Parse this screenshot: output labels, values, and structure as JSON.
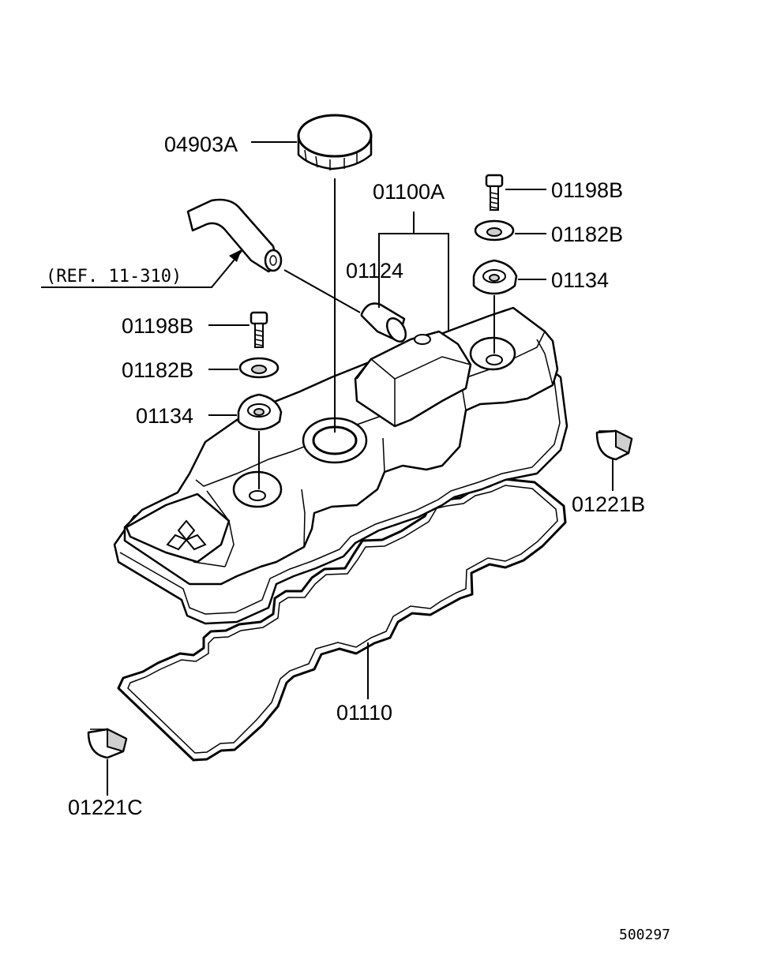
{
  "labels": {
    "cap": "04903A",
    "cover_assy": "01100A",
    "bolt_right": "01198B",
    "washer_right": "01182B",
    "grommet_right": "01134",
    "ref_note": "(REF. 11-310)",
    "pcv_valve": "01124",
    "bolt_left": "01198B",
    "washer_left": "01182B",
    "grommet_left": "01134",
    "plug_right": "01221B",
    "gasket": "01110",
    "plug_left": "01221C",
    "diagram_code": "500297"
  }
}
